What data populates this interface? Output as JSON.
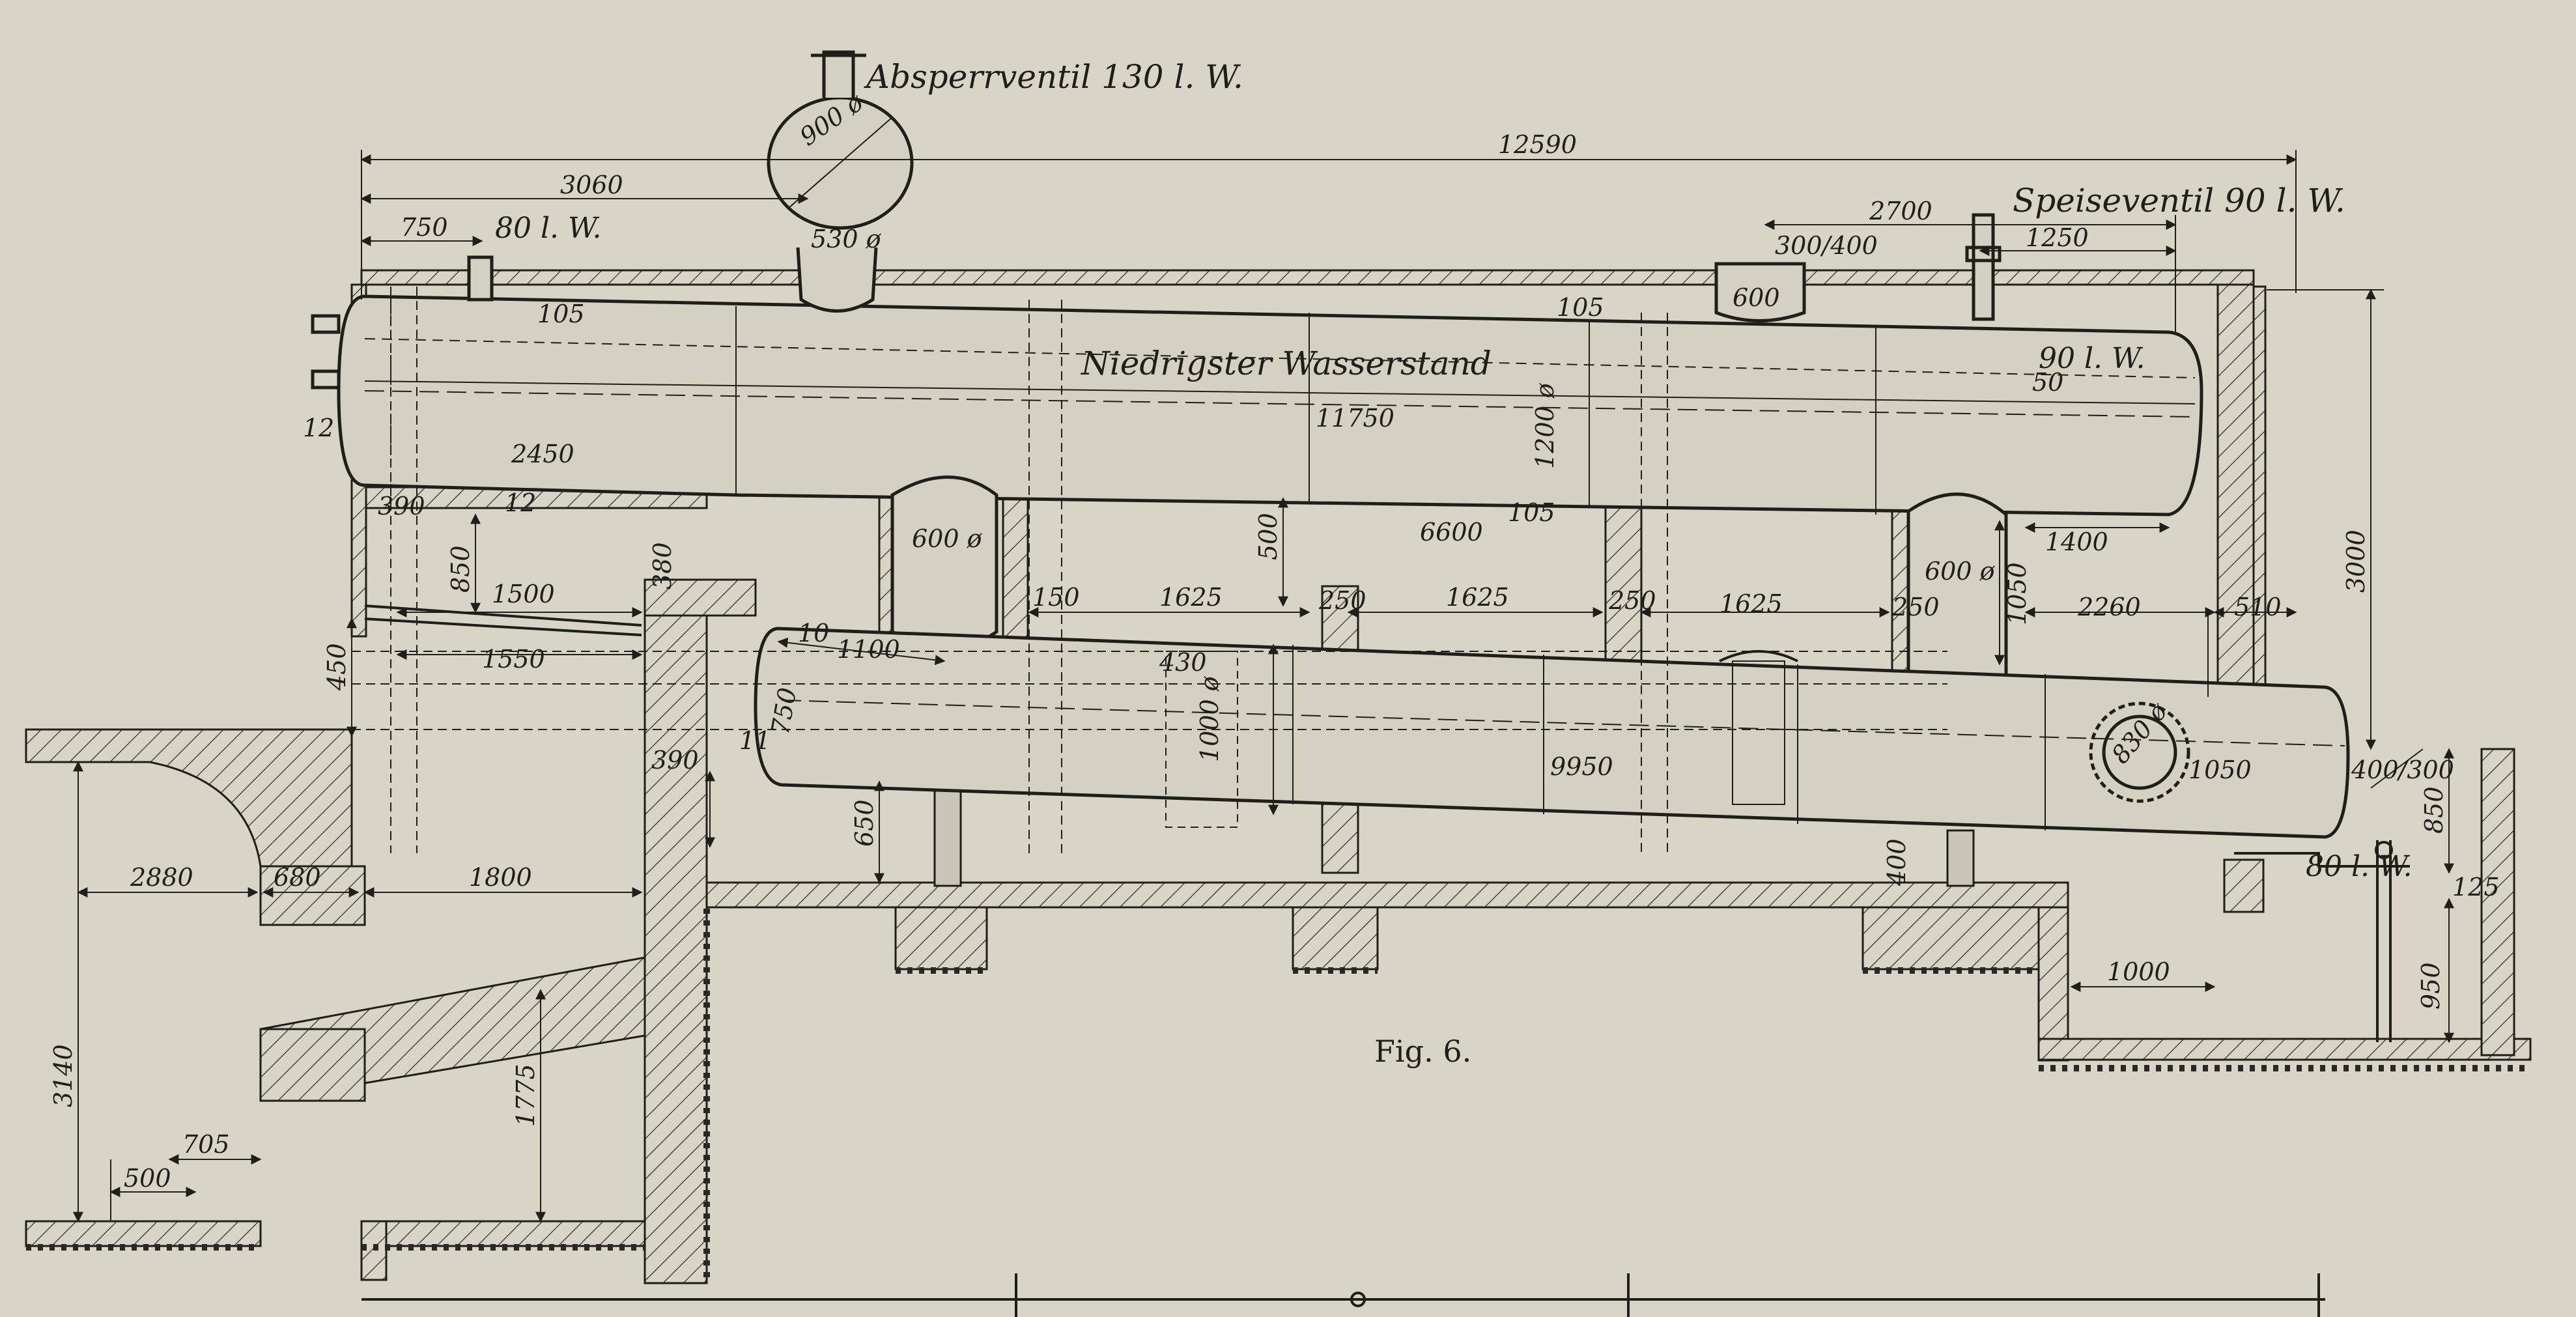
{
  "figure": {
    "caption": "Fig. 6."
  },
  "labels": {
    "shutoff_valve": "Absperrventil 130 l. W.",
    "feed_valve": "Speiseventil 90 l. W.",
    "lowest_water": "Niedrigster Wasserstand",
    "nw80": "80 l. W.",
    "nw90": "90 l. W.",
    "nw80b": "80 l. W."
  },
  "colors": {
    "paper": "#d8d5c7",
    "ink": "#1e1e1a",
    "hatch": "#4a4842"
  },
  "dimensions": {
    "d12590": "12590",
    "d3060": "3060",
    "d750": "750",
    "d2700": "2700",
    "d1250": "1250",
    "d900": "900 ø",
    "d530": "530 ø",
    "d300_400": "300/400",
    "d600a": "600",
    "d105a": "105",
    "d105b": "105",
    "d105c": "105",
    "d50": "50",
    "d12": "12",
    "d12b": "12",
    "d2450": "2450",
    "d11750": "11750",
    "d1200": "1200 ø",
    "d6600": "6600",
    "d500": "500",
    "d600b": "600 ø",
    "d600c": "600 ø",
    "d1400": "1400",
    "d390a": "390",
    "d850a": "850",
    "d380": "380",
    "d1500": "1500",
    "d1550": "1550",
    "d1100": "1100",
    "d450": "450",
    "d750b": "750",
    "d10": "10",
    "d150": "150",
    "d1625a": "1625",
    "d1625b": "1625",
    "d1625c": "1625",
    "d250a": "250",
    "d250b": "250",
    "d250c": "250",
    "d1050a": "1050",
    "d2260": "2260",
    "d510": "510",
    "d3000": "3000",
    "d430": "430",
    "d1000": "1000 ø",
    "d9950": "9950",
    "d830": "830 ø",
    "d1050b": "1050",
    "d400_300": "400/300",
    "d850b": "850",
    "d125": "125",
    "d390b": "390",
    "d2880": "2880",
    "d680": "680",
    "d1800": "1800",
    "d650": "650",
    "d400": "400",
    "d1000b": "1000",
    "d950": "950",
    "d3140": "3140",
    "d1775": "1775",
    "d705": "705",
    "d500b": "500",
    "d11": "11"
  }
}
